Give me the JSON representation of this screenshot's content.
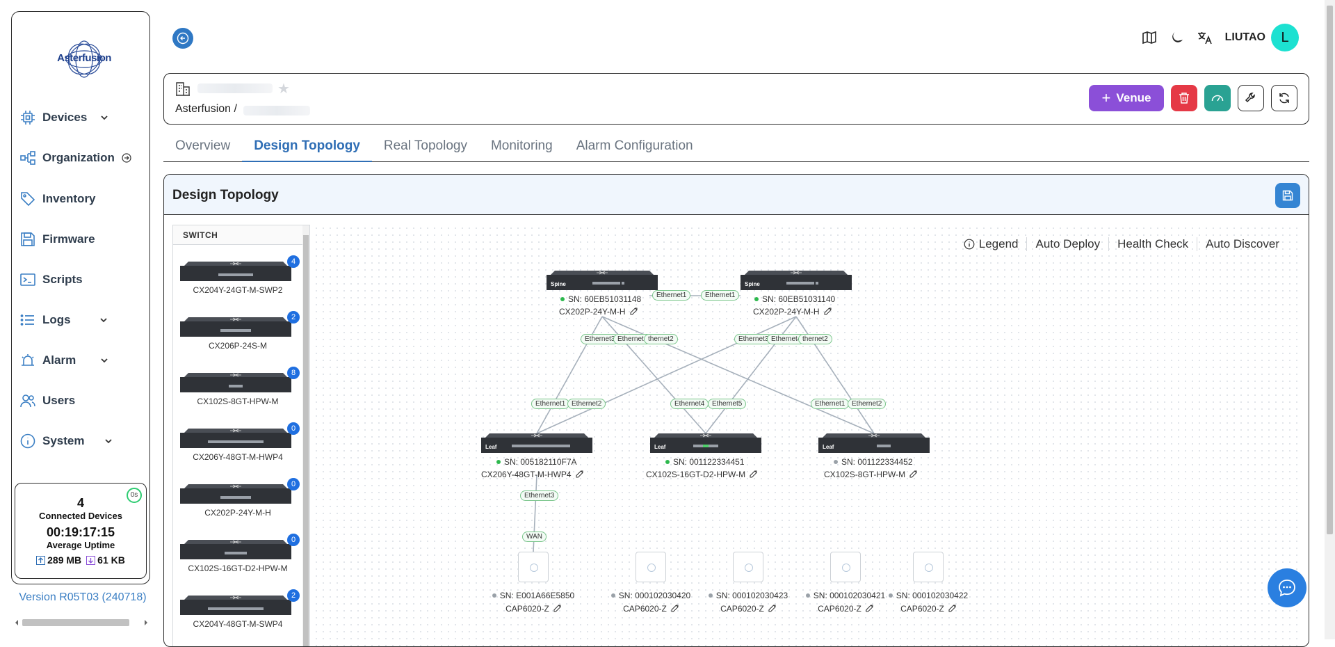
{
  "brand": {
    "logo_text": "Asterfusion"
  },
  "sidebar": {
    "items": [
      {
        "label": "Devices",
        "icon": "chip-icon",
        "chevron": true
      },
      {
        "label": "Organization",
        "icon": "org-tree-icon",
        "chevron": false
      },
      {
        "label": "Inventory",
        "icon": "tag-icon",
        "chevron": false
      },
      {
        "label": "Firmware",
        "icon": "floppy-icon",
        "chevron": false
      },
      {
        "label": "Scripts",
        "icon": "terminal-icon",
        "chevron": false
      },
      {
        "label": "Logs",
        "icon": "list-icon",
        "chevron": true
      },
      {
        "label": "Alarm",
        "icon": "alarm-icon",
        "chevron": true
      },
      {
        "label": "Users",
        "icon": "users-icon",
        "chevron": false
      },
      {
        "label": "System",
        "icon": "info-icon",
        "chevron": true
      }
    ],
    "stats": {
      "connected_count": "4",
      "connected_label": "Connected Devices",
      "uptime": "00:19:17:15",
      "uptime_label": "Average Uptime",
      "upload": "289 MB",
      "download": "61 KB",
      "refresh_badge": "0s"
    },
    "version": "Version R05T03 (240718)"
  },
  "header": {
    "username": "LIUTAO",
    "avatar_letter": "L"
  },
  "venue": {
    "breadcrumb": "Asterfusion /",
    "add_venue_label": "Venue"
  },
  "tabs": [
    {
      "label": "Overview",
      "active": false
    },
    {
      "label": "Design Topology",
      "active": true
    },
    {
      "label": "Real Topology",
      "active": false
    },
    {
      "label": "Monitoring",
      "active": false
    },
    {
      "label": "Alarm Configuration",
      "active": false
    }
  ],
  "panel": {
    "title": "Design Topology"
  },
  "switch_list": {
    "header": "SWITCH",
    "items": [
      {
        "model": "CX204Y-24GT-M-SWP2",
        "count": "4"
      },
      {
        "model": "CX206P-24S-M",
        "count": "2"
      },
      {
        "model": "CX102S-8GT-HPW-M",
        "count": "8"
      },
      {
        "model": "CX206Y-48GT-M-HWP4",
        "count": "0"
      },
      {
        "model": "CX202P-24Y-M-H",
        "count": "0"
      },
      {
        "model": "CX102S-16GT-D2-HPW-M",
        "count": "0"
      },
      {
        "model": "CX204Y-48GT-M-SWP4",
        "count": "2"
      }
    ]
  },
  "canvas_tools": [
    "Legend",
    "Auto Deploy",
    "Health Check",
    "Auto Discover"
  ],
  "topology": {
    "spines": [
      {
        "role": "Spine",
        "sn": "SN: 60EB51031148",
        "model": "CX202P-24Y-M-H",
        "online": true
      },
      {
        "role": "Spine",
        "sn": "SN: 60EB51031140",
        "model": "CX202P-24Y-M-H",
        "online": true
      }
    ],
    "leaves": [
      {
        "role": "Leaf",
        "sn": "SN: 005182110F7A",
        "model": "CX206Y-48GT-M-HWP4",
        "online": true
      },
      {
        "role": "Leaf",
        "sn": "SN: 001122334451",
        "model": "CX102S-16GT-D2-HPW-M",
        "online": true
      },
      {
        "role": "Leaf",
        "sn": "SN: 001122334452",
        "model": "CX102S-8GT-HPW-M",
        "online": false
      }
    ],
    "aps": [
      {
        "sn": "SN: E001A66E5850",
        "model": "CAP6020-Z"
      },
      {
        "sn": "SN: 000102030420",
        "model": "CAP6020-Z"
      },
      {
        "sn": "SN: 000102030423",
        "model": "CAP6020-Z"
      },
      {
        "sn": "SN: 000102030421",
        "model": "CAP6020-Z"
      },
      {
        "sn": "SN: 000102030422",
        "model": "CAP6020-Z"
      }
    ],
    "ports": {
      "spine_link_a": "Ethernet1",
      "spine_link_b": "Ethernet1",
      "s1_e3": "Ethernet3",
      "s1_e4": "Ethernet4",
      "s1_e2": "thernet2",
      "s2_e3": "Ethernet3",
      "s2_e4": "Ethernet4",
      "s2_e2": "thernet2",
      "l1_e1": "Ethernet1",
      "l1_e2": "Ethernet2",
      "l2_e4": "Ethernet4",
      "l2_e5": "Ethernet5",
      "l3_e1": "Ethernet1",
      "l3_e2": "Ethernet2",
      "l1_down": "Ethernet3",
      "ap_wan": "WAN"
    }
  },
  "colors": {
    "accent": "#2f6eb5",
    "venue_button": "#8b4fd8",
    "delete_button": "#e53946",
    "dashboard_button": "#2aa293",
    "online": "#2db84d",
    "port_border": "#79c58a",
    "avatar": "#1de1d1"
  }
}
